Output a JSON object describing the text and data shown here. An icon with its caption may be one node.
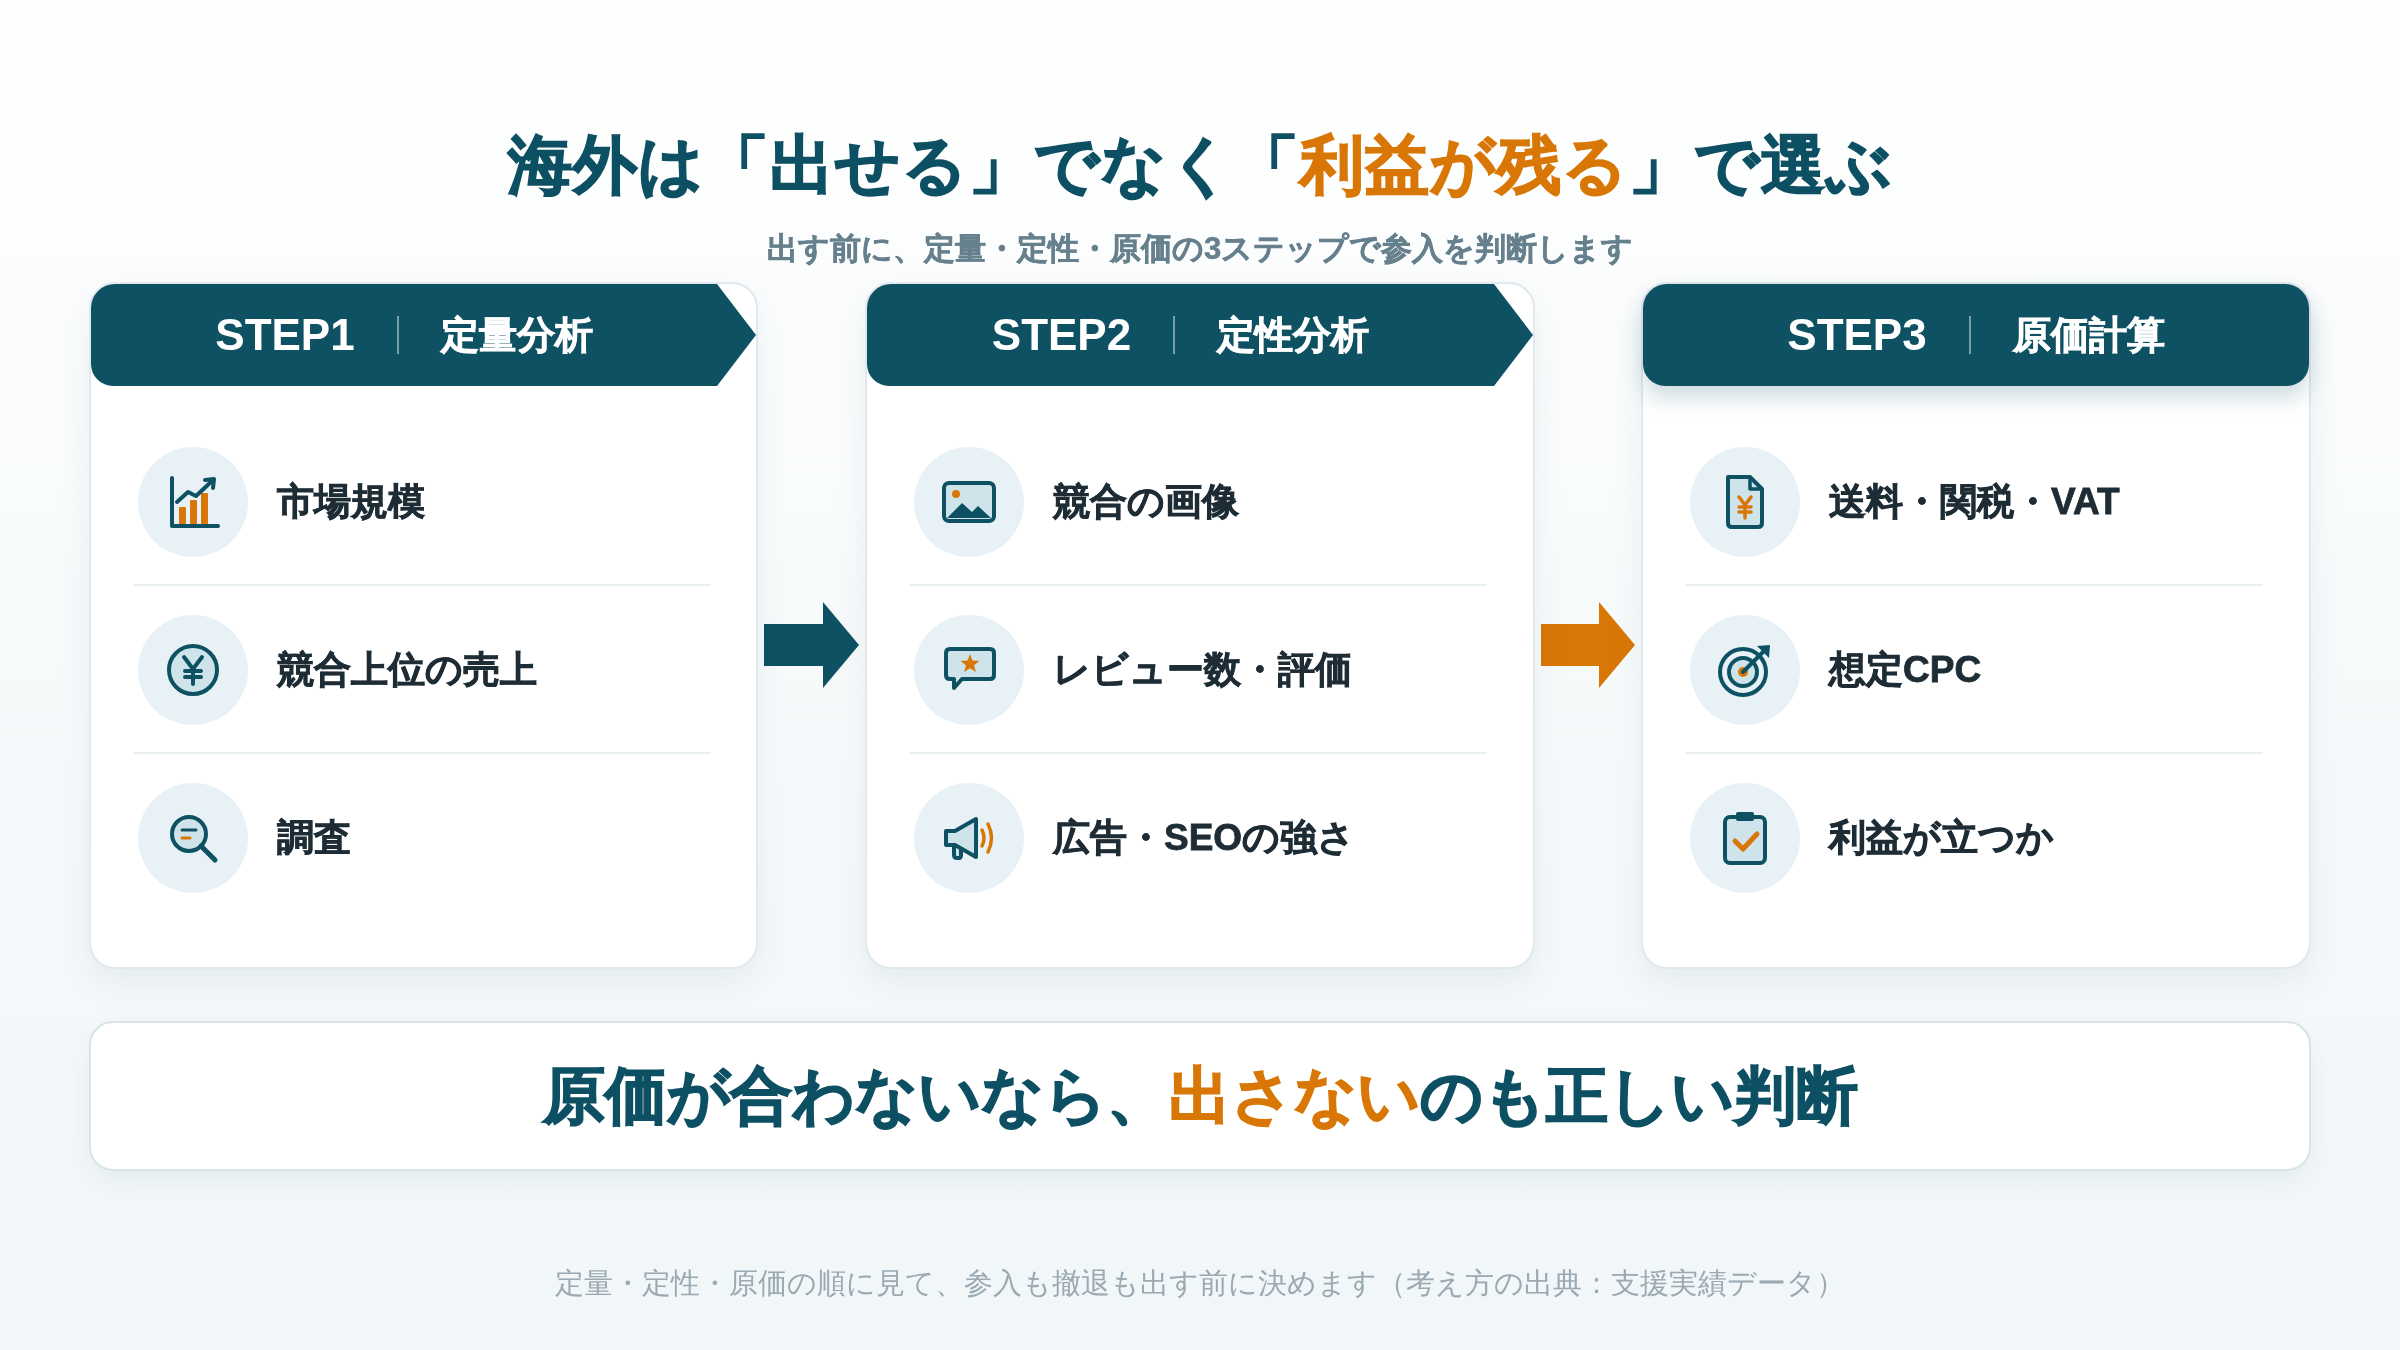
{
  "diagram": {
    "title": "海外は「出せる」でなく「**利益が残る**」で選ぶ",
    "caption": "定量・定性・原価の順に見て、参入も撤退も出す前に決めます（考え方の出典：支援実績データ）",
    "nodes": [
      {
        "text": [
          "市場規模",
          "競合上位の売上",
          "調査"
        ]
      },
      {
        "text": [
          "STEP1",
          "定量分析"
        ],
        "in": 0
      },
      {
        "text": [
          "競合の画像",
          "レビュー数・評価",
          "広告・SEOの強さ"
        ]
      },
      {
        "text": [
          "STEP2",
          "定性分析"
        ],
        "in": 2
      },
      {
        "text": [
          "送料・関税・VAT",
          "想定CPC",
          "利益が立つか"
        ]
      },
      {
        "text": [
          "STEP3",
          "原価計算"
        ],
        "in": 4
      },
      {
        "text": [
          "原価が合わないなら、**出さない**のも正しい判断"
        ]
      }
    ],
    "edges": [
      {
        "from": 0,
        "to": 2,
        "arrow": "to"
      },
      {
        "from": 2,
        "to": 4,
        "arrow": "to",
        "color": "#d97706"
      }
    ],
    "labels": [
      "出す前に、定量・定性・原価の3ステップで参入を判断します"
    ]
  }
}
